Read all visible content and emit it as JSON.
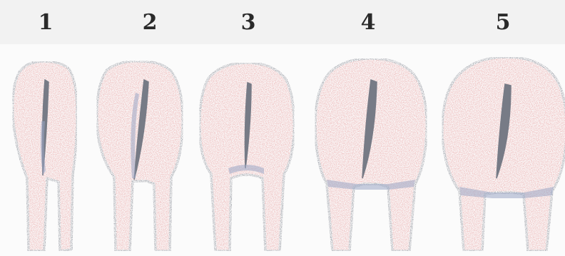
{
  "labels": [
    "1",
    "2",
    "3",
    "4",
    "5"
  ],
  "colors": {
    "fill": "#e8a0a0",
    "outline": "#777b86",
    "shade": "#9aa6c4",
    "background": "#fbfbfb"
  },
  "subject": "hindquarters-rear-view-icon"
}
